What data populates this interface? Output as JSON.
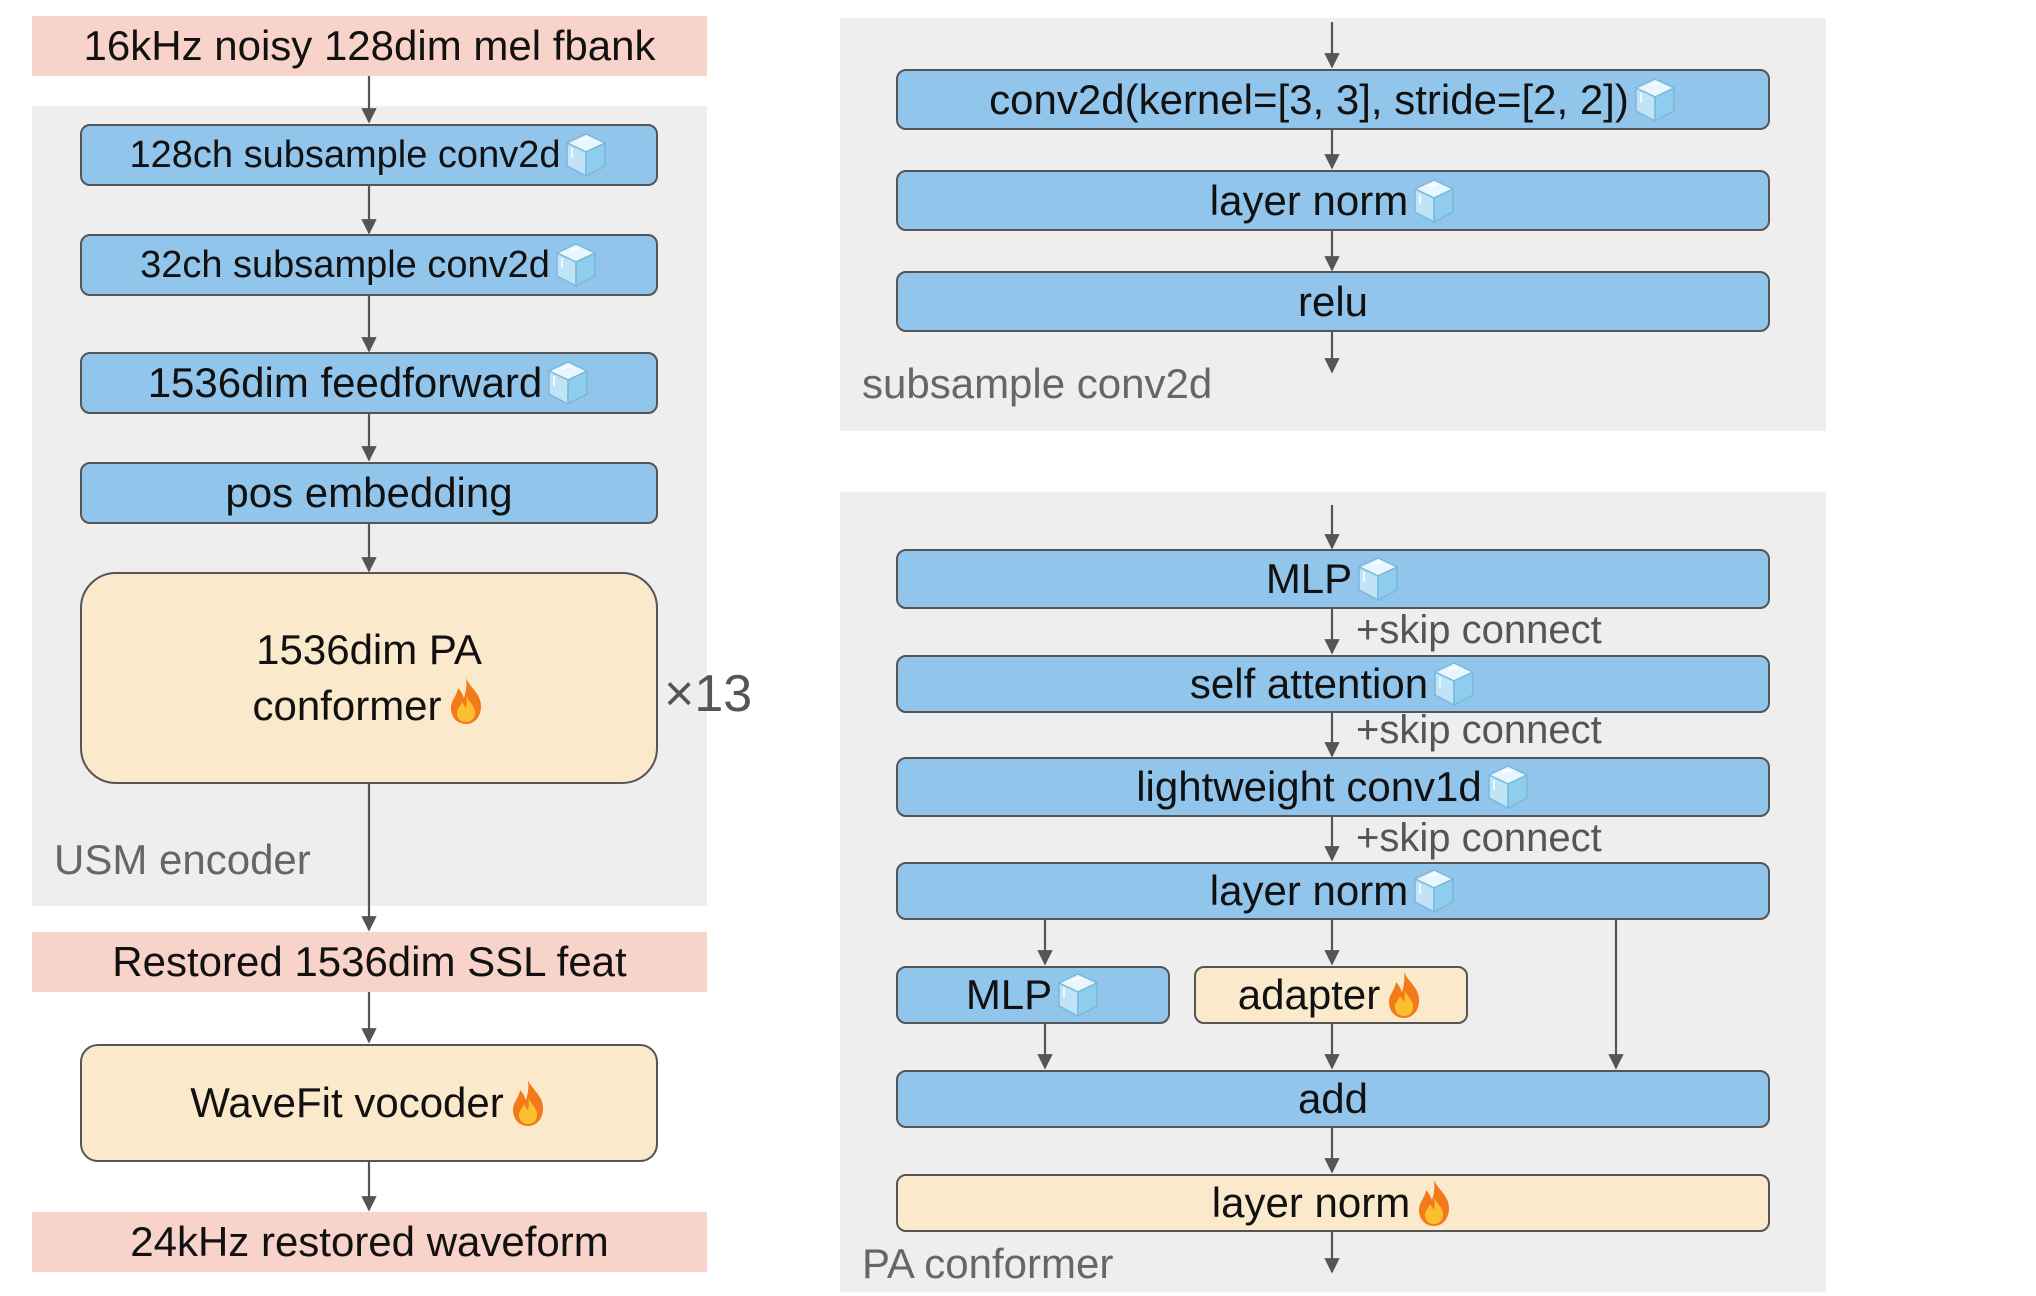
{
  "left": {
    "input_label": "16kHz noisy 128dim mel fbank",
    "encoder_caption": "USM encoder",
    "blocks": {
      "conv128": "128ch subsample conv2d",
      "conv32": "32ch subsample conv2d",
      "ff": "1536dim feedforward",
      "pos": "pos embedding",
      "conformer_line1": "1536dim PA",
      "conformer_line2": "conformer"
    },
    "repeat": "×13",
    "ssl_label": "Restored 1536dim SSL feat",
    "vocoder": "WaveFit vocoder",
    "output_label": "24kHz restored waveform"
  },
  "subsample": {
    "caption": "subsample conv2d",
    "conv": "conv2d(kernel=[3, 3], stride=[2, 2])",
    "norm": "layer norm",
    "relu": "relu"
  },
  "pa_conformer": {
    "caption": "PA conformer",
    "mlp": "MLP",
    "attn": "self attention",
    "conv1d": "lightweight conv1d",
    "norm": "layer norm",
    "mlp2": "MLP",
    "adapter": "adapter",
    "add": "add",
    "norm_out": "layer norm",
    "skip": "+skip connect"
  },
  "icons": {
    "frozen": "ice-cube-icon",
    "trainable": "fire-icon"
  },
  "colors": {
    "frozen_block": "#92c5ec",
    "trainable_block": "#fbe9cc",
    "io_block": "#f7d3c9",
    "panel": "#eeeeee"
  }
}
